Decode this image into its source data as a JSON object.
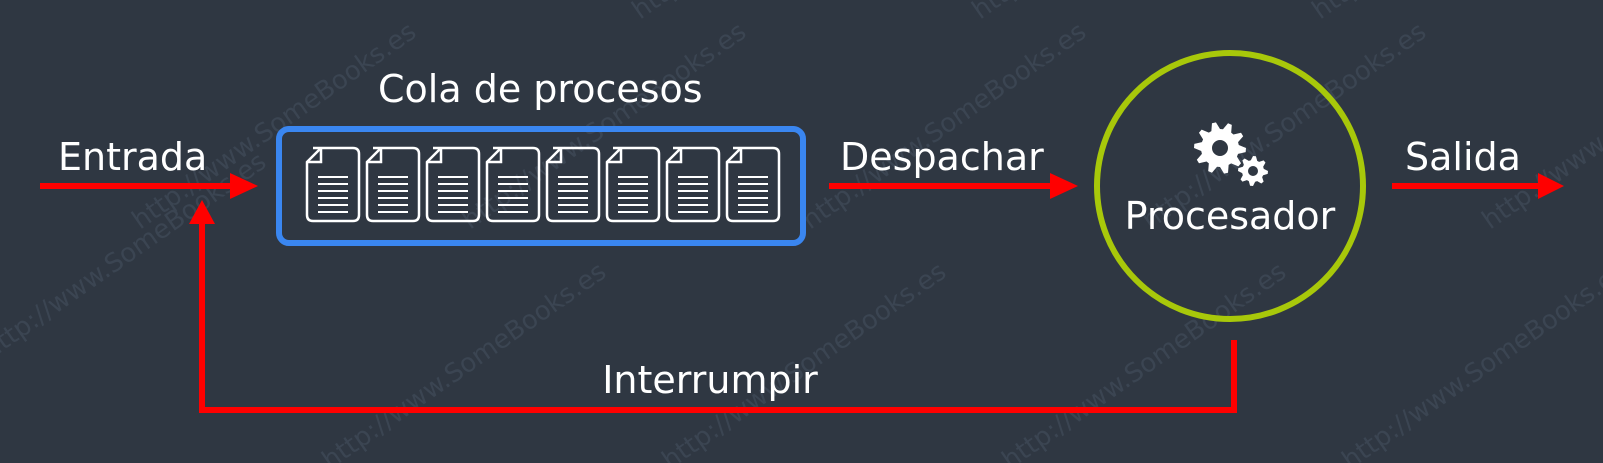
{
  "diagram": {
    "queue_title": "Cola de procesos",
    "input_label": "Entrada",
    "dispatch_label": "Despachar",
    "processor_label": "Procesador",
    "output_label": "Salida",
    "interrupt_label": "Interrumpir",
    "queue_document_count": 8
  },
  "watermark": "http://www.SomeBooks.es",
  "colors": {
    "background": "#2f3742",
    "arrow": "#ff0000",
    "queue_border": "#3a86f0",
    "processor_ring": "#a8c80a",
    "text": "#ffffff"
  }
}
